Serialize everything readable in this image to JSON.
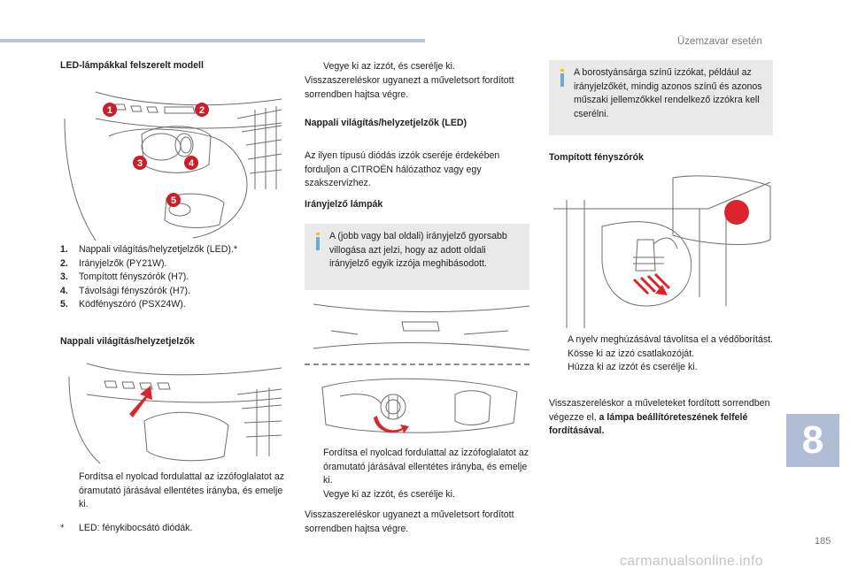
{
  "header": {
    "section_title": "Üzemzavar esetén"
  },
  "left": {
    "title": "LED-lámpákkal felszerelt modell",
    "callouts": [
      "1",
      "2",
      "3",
      "4",
      "5"
    ],
    "list": [
      {
        "num": "1.",
        "text": "Nappali világítás/helyzetjelzők (LED).*"
      },
      {
        "num": "2.",
        "text": "Irányjelzők (PY21W)."
      },
      {
        "num": "3.",
        "text": "Tompított fényszórók (H7)."
      },
      {
        "num": "4.",
        "text": "Távolsági fényszórók (H7)."
      },
      {
        "num": "5.",
        "text": "Ködfényszóró (PSX24W)."
      }
    ],
    "subtitle": "Nappali világítás/helyzetjelzők",
    "bullet_mark": "",
    "bullet": "Fordítsa el nyolcad fordulattal az izzófoglalatot az óramutató járásával ellentétes irányba, és emelje ki.",
    "footnote_mark": "*",
    "footnote": "LED: fénykibocsátó diódák."
  },
  "middle": {
    "bullet_mark": "",
    "bullet_top": "Vegye ki az izzót, és cserélje ki.",
    "para_top": "Visszaszereléskor ugyanezt a műveletsort fordított sorrendben hajtsa végre.",
    "title_led": "Nappali világítás/helyzetjelzők (LED)",
    "para_led": "Az ilyen típusú diódás izzók cseréje érdekében forduljon a CITROËN hálózathoz vagy egy szakszervizhez.",
    "title_turn": "Irányjelző lámpák",
    "info": "A (jobb vagy bal oldali) irányjelző gyorsabb villogása azt jelzi, hogy az adott oldali irányjelző egyik izzója meghibásodott.",
    "bullet1": "Fordítsa el nyolcad fordulattal az izzófoglalatot az óramutató járásával ellentétes irányba, és emelje ki.",
    "bullet2": "Vegye ki az izzót, és cserélje ki.",
    "para_bottom": "Visszaszereléskor ugyanezt a műveletsort fordított sorrendben hajtsa végre."
  },
  "right": {
    "info": "A borostyánsárga színű izzókat, például az irányjelzőkét, mindig azonos színű és azonos műszaki jellemzőkkel rendelkező izzókra kell cserélni.",
    "title": "Tompított fényszórók",
    "bullet_mark": "",
    "bullets": [
      "A nyelv meghúzásával távolítsa el a védőborítást.",
      "Kösse ki az izzó csatlakozóját.",
      "Húzza ki az izzót és cserélje ki."
    ],
    "para_normal": "Visszaszereléskor a műveleteket fordított sorrendben végezze el,",
    "para_bold": "a lámpa beállítóreteszének felfelé fordításával."
  },
  "footer": {
    "chapter": "8",
    "page": "185",
    "watermark": "carmanualsonline.info"
  },
  "colors": {
    "accent_red": "#d9252b",
    "callout_red": "#c8202a",
    "header_bar": "#b7c6db",
    "chapter_tab": "#b0bdd4",
    "info_bg": "#e9e9ea"
  }
}
